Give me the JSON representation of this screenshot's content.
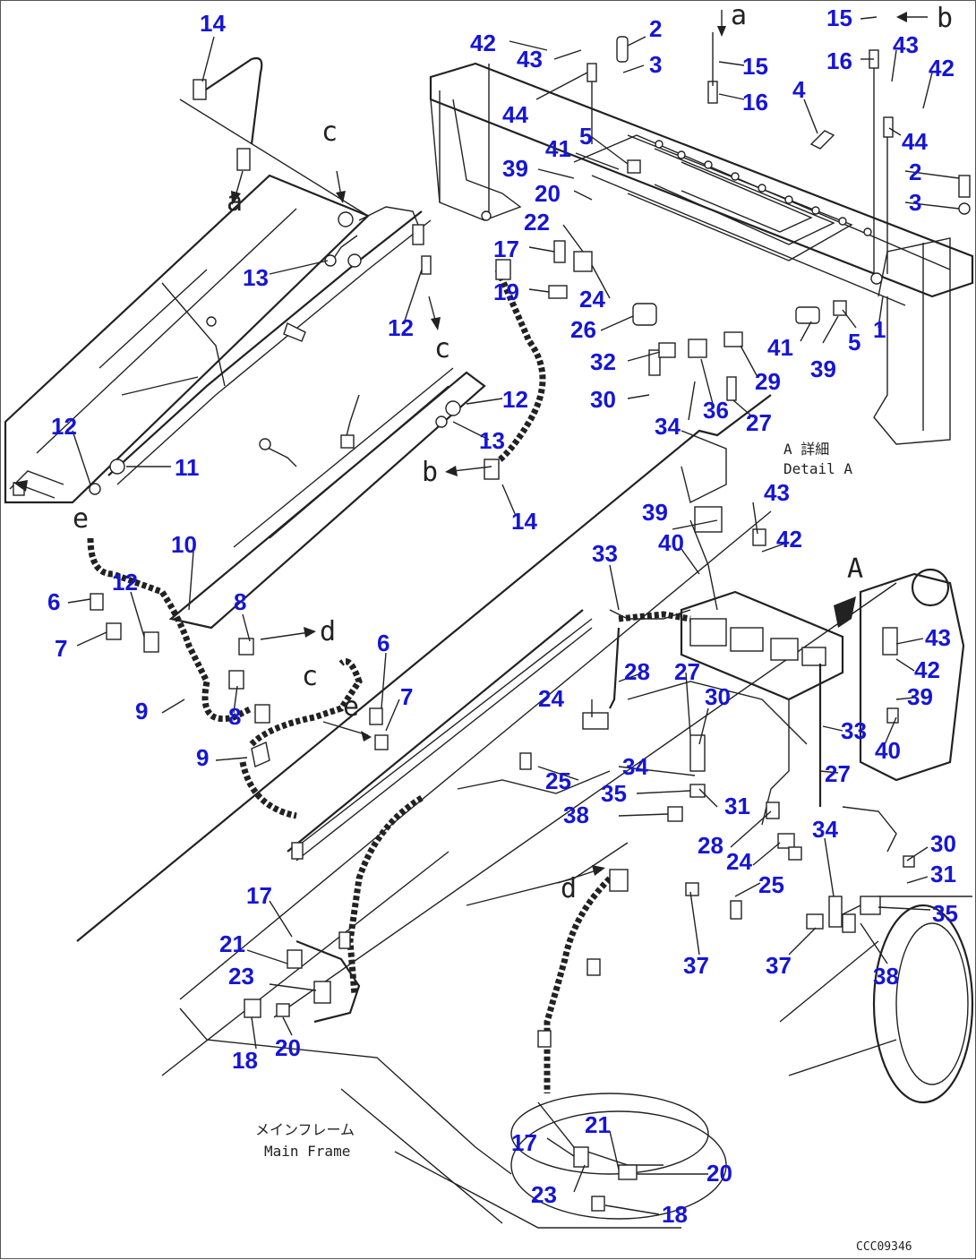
{
  "diagram": {
    "frame_label_jp": "メインフレーム",
    "frame_label_en": "Main Frame",
    "detail_label_jp": "A 詳細",
    "detail_label_en": "Detail A",
    "code": "CCC09346",
    "view_letters": [
      "a",
      "b",
      "c",
      "d",
      "e",
      "A"
    ],
    "callouts": [
      {
        "id": "c1",
        "text": "14"
      },
      {
        "id": "c2",
        "text": "42"
      },
      {
        "id": "c3",
        "text": "43"
      },
      {
        "id": "c4",
        "text": "2"
      },
      {
        "id": "c5",
        "text": "3"
      },
      {
        "id": "c6",
        "text": "15"
      },
      {
        "id": "c7",
        "text": "16"
      },
      {
        "id": "c8",
        "text": "15"
      },
      {
        "id": "c9",
        "text": "16"
      },
      {
        "id": "c10",
        "text": "43"
      },
      {
        "id": "c11",
        "text": "42"
      },
      {
        "id": "c12",
        "text": "4"
      },
      {
        "id": "c13",
        "text": "44"
      },
      {
        "id": "c14",
        "text": "5"
      },
      {
        "id": "c15",
        "text": "41"
      },
      {
        "id": "c16",
        "text": "39"
      },
      {
        "id": "c17",
        "text": "20"
      },
      {
        "id": "c18",
        "text": "22"
      },
      {
        "id": "c19",
        "text": "44"
      },
      {
        "id": "c20",
        "text": "2"
      },
      {
        "id": "c21",
        "text": "3"
      },
      {
        "id": "c22",
        "text": "17"
      },
      {
        "id": "c23",
        "text": "19"
      },
      {
        "id": "c24",
        "text": "24"
      },
      {
        "id": "c25",
        "text": "13"
      },
      {
        "id": "c26",
        "text": "12"
      },
      {
        "id": "c27",
        "text": "26"
      },
      {
        "id": "c28",
        "text": "41"
      },
      {
        "id": "c29",
        "text": "5"
      },
      {
        "id": "c30",
        "text": "1"
      },
      {
        "id": "c31",
        "text": "39"
      },
      {
        "id": "c32",
        "text": "32"
      },
      {
        "id": "c33",
        "text": "29"
      },
      {
        "id": "c34",
        "text": "12"
      },
      {
        "id": "c35",
        "text": "30"
      },
      {
        "id": "c36",
        "text": "36"
      },
      {
        "id": "c37",
        "text": "27"
      },
      {
        "id": "c38",
        "text": "34"
      },
      {
        "id": "c39",
        "text": "12"
      },
      {
        "id": "c40",
        "text": "13"
      },
      {
        "id": "c41",
        "text": "11"
      },
      {
        "id": "c42",
        "text": "14"
      },
      {
        "id": "c43",
        "text": "43"
      },
      {
        "id": "c44",
        "text": "39"
      },
      {
        "id": "c45",
        "text": "42"
      },
      {
        "id": "c46",
        "text": "10"
      },
      {
        "id": "c47",
        "text": "40"
      },
      {
        "id": "c48",
        "text": "33"
      },
      {
        "id": "c49",
        "text": "6"
      },
      {
        "id": "c50",
        "text": "12"
      },
      {
        "id": "c51",
        "text": "8"
      },
      {
        "id": "c52",
        "text": "7"
      },
      {
        "id": "c53",
        "text": "43"
      },
      {
        "id": "c54",
        "text": "27"
      },
      {
        "id": "c55",
        "text": "42"
      },
      {
        "id": "c56",
        "text": "6"
      },
      {
        "id": "c57",
        "text": "7"
      },
      {
        "id": "c58",
        "text": "28"
      },
      {
        "id": "c59",
        "text": "24"
      },
      {
        "id": "c60",
        "text": "30"
      },
      {
        "id": "c61",
        "text": "39"
      },
      {
        "id": "c62",
        "text": "9"
      },
      {
        "id": "c63",
        "text": "8"
      },
      {
        "id": "c64",
        "text": "33"
      },
      {
        "id": "c65",
        "text": "40"
      },
      {
        "id": "c66",
        "text": "9"
      },
      {
        "id": "c67",
        "text": "34"
      },
      {
        "id": "c68",
        "text": "27"
      },
      {
        "id": "c69",
        "text": "25"
      },
      {
        "id": "c70",
        "text": "35"
      },
      {
        "id": "c71",
        "text": "38"
      },
      {
        "id": "c72",
        "text": "31"
      },
      {
        "id": "c73",
        "text": "34"
      },
      {
        "id": "c74",
        "text": "28"
      },
      {
        "id": "c75",
        "text": "24"
      },
      {
        "id": "c76",
        "text": "30"
      },
      {
        "id": "c77",
        "text": "31"
      },
      {
        "id": "c78",
        "text": "25"
      },
      {
        "id": "c79",
        "text": "17"
      },
      {
        "id": "c80",
        "text": "35"
      },
      {
        "id": "c81",
        "text": "21"
      },
      {
        "id": "c82",
        "text": "37"
      },
      {
        "id": "c83",
        "text": "37"
      },
      {
        "id": "c84",
        "text": "23"
      },
      {
        "id": "c85",
        "text": "38"
      },
      {
        "id": "c86",
        "text": "18"
      },
      {
        "id": "c87",
        "text": "20"
      },
      {
        "id": "c88",
        "text": "21"
      },
      {
        "id": "c89",
        "text": "17"
      },
      {
        "id": "c90",
        "text": "20"
      },
      {
        "id": "c91",
        "text": "23"
      },
      {
        "id": "c92",
        "text": "18"
      }
    ]
  }
}
